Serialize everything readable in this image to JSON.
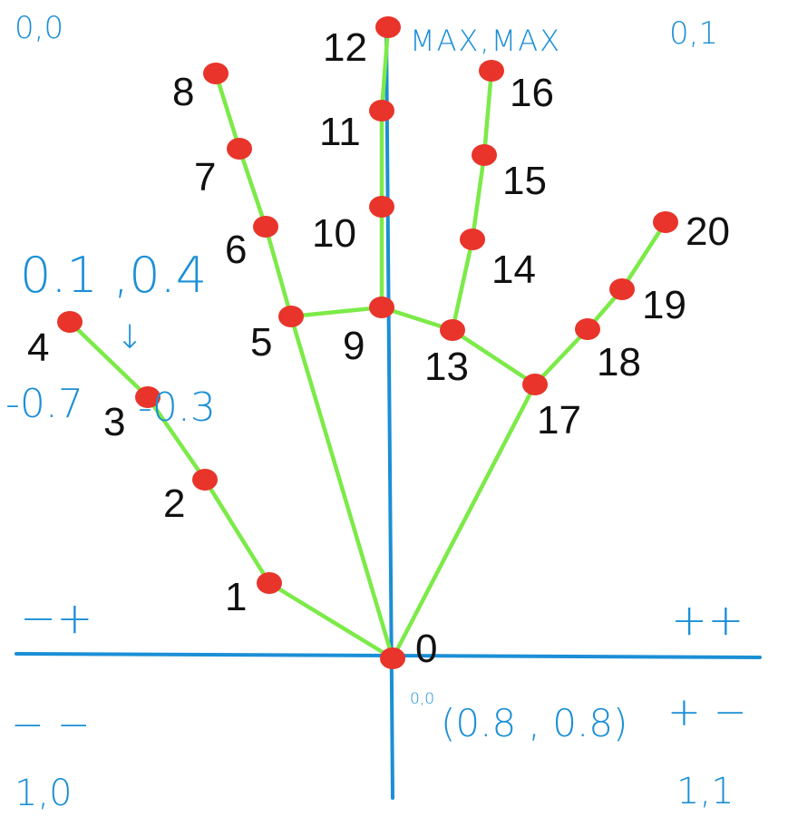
{
  "colors": {
    "bone": "#7cea48",
    "joint": "#e8342a",
    "annotation": "#1b8fd6",
    "label": "#111111"
  },
  "joint_labels": [
    "0",
    "1",
    "2",
    "3",
    "4",
    "5",
    "6",
    "7",
    "8",
    "9",
    "10",
    "11",
    "12",
    "13",
    "14",
    "15",
    "16",
    "17",
    "18",
    "19",
    "20"
  ],
  "annotations": {
    "top_left_corner": "0,0",
    "top_right_corner": "0,1",
    "top_max": "MAX,MAX",
    "thumb_value": "0.1 ,0.4",
    "arrow": "↓",
    "thumb_x": "-0.7",
    "thumb_y": "-0.3",
    "quad_top_left": "−+",
    "quad_top_right": "++",
    "quad_bottom_left": "− −",
    "quad_bottom_right": "+ −",
    "origin_small": "0,0",
    "origin_value": "(0.8 , 0.8)",
    "bottom_left_corner": "1,0",
    "bottom_right_corner": "1,1"
  }
}
